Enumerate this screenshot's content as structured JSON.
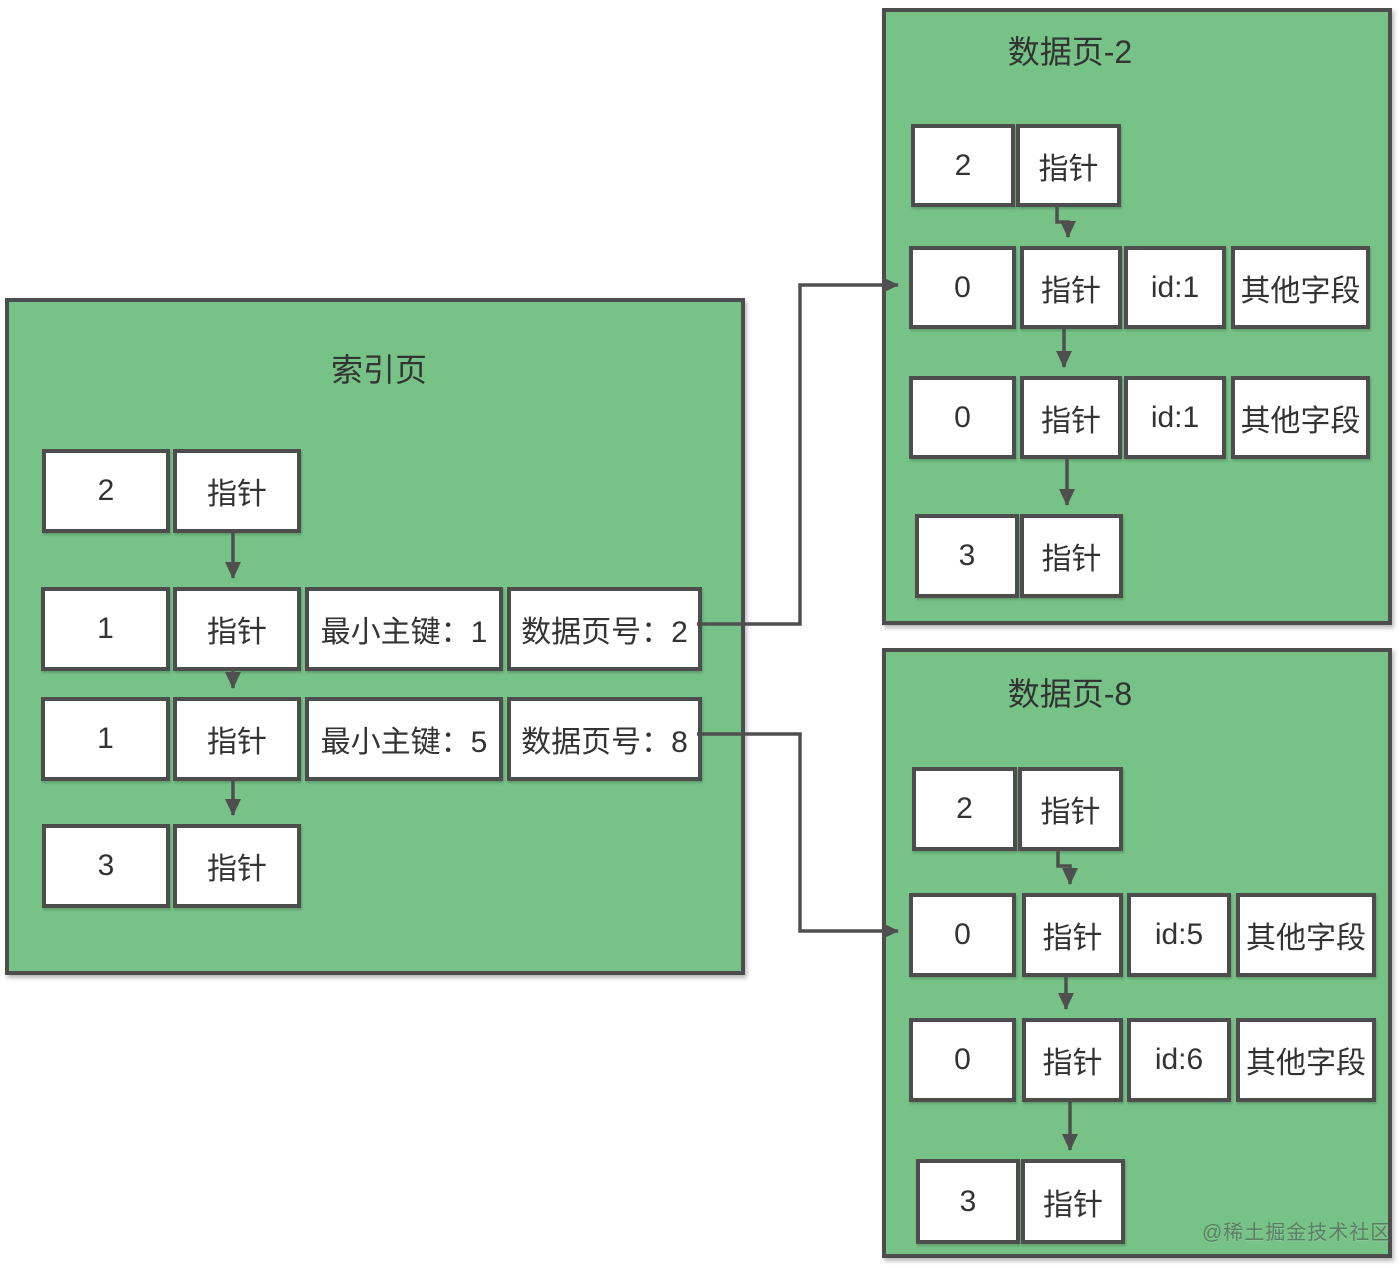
{
  "pages": {
    "index": {
      "title": "索引页",
      "rows": [
        [
          "2",
          "指针"
        ],
        [
          "1",
          "指针",
          "最小主键：1",
          "数据页号：2"
        ],
        [
          "1",
          "指针",
          "最小主键：5",
          "数据页号：8"
        ],
        [
          "3",
          "指针"
        ]
      ]
    },
    "dp2": {
      "title": "数据页-2",
      "rows": [
        [
          "2",
          "指针"
        ],
        [
          "0",
          "指针",
          "id:1",
          "其他字段"
        ],
        [
          "0",
          "指针",
          "id:1",
          "其他字段"
        ],
        [
          "3",
          "指针"
        ]
      ]
    },
    "dp8": {
      "title": "数据页-8",
      "rows": [
        [
          "2",
          "指针"
        ],
        [
          "0",
          "指针",
          "id:5",
          "其他字段"
        ],
        [
          "0",
          "指针",
          "id:6",
          "其他字段"
        ],
        [
          "3",
          "指针"
        ]
      ]
    }
  },
  "watermark": "@稀土掘金技术社区",
  "colors": {
    "page_fill": "#76C287",
    "border": "#4D4D4D",
    "arrow": "#4F4F4F",
    "text": "#333333",
    "cell_fill": "#FFFFFF"
  }
}
